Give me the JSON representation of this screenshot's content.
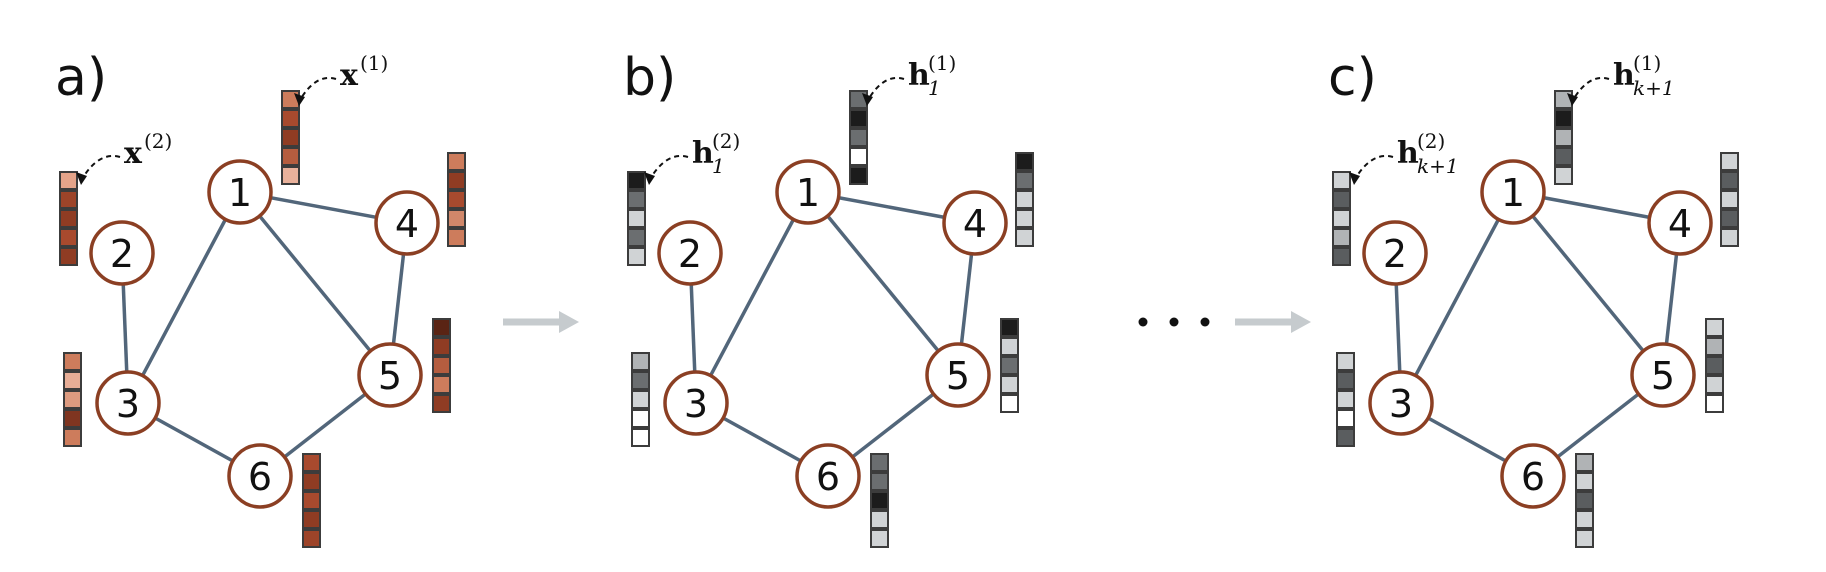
{
  "panels": [
    {
      "label": "a)",
      "nodes": [
        "1",
        "2",
        "3",
        "4",
        "5",
        "6"
      ],
      "edges": [
        [
          "1",
          "3"
        ],
        [
          "1",
          "4"
        ],
        [
          "1",
          "5"
        ],
        [
          "2",
          "3"
        ],
        [
          "3",
          "6"
        ],
        [
          "4",
          "5"
        ],
        [
          "5",
          "6"
        ]
      ],
      "vectors": {
        "1": [
          "#cd7c5c",
          "#a84a2e",
          "#8f3c23",
          "#b55d3f",
          "#e9b19b"
        ],
        "2": [
          "#e5a48a",
          "#9d4429",
          "#8f3c23",
          "#a84a2e",
          "#8f3c23"
        ],
        "3": [
          "#cd7c5c",
          "#e7ad96",
          "#dd9b80",
          "#7f3520",
          "#cd7c5c"
        ],
        "4": [
          "#cd7c5c",
          "#8f3c23",
          "#a84a2e",
          "#d0876a",
          "#cd7c5c"
        ],
        "5": [
          "#5a2414",
          "#8f3c23",
          "#b55d3f",
          "#cd7c5c",
          "#8f3c23"
        ],
        "6": [
          "#a84a2e",
          "#8f3c23",
          "#a84a2e",
          "#8f3c23",
          "#9d4429"
        ]
      },
      "annotations": [
        {
          "target": "1",
          "symbol": "x",
          "superscript": "(1)",
          "subscript": ""
        },
        {
          "target": "2",
          "symbol": "x",
          "superscript": "(2)",
          "subscript": ""
        }
      ]
    },
    {
      "label": "b)",
      "nodes": [
        "1",
        "2",
        "3",
        "4",
        "5",
        "6"
      ],
      "edges": [
        [
          "1",
          "3"
        ],
        [
          "1",
          "4"
        ],
        [
          "1",
          "5"
        ],
        [
          "2",
          "3"
        ],
        [
          "3",
          "6"
        ],
        [
          "4",
          "5"
        ],
        [
          "5",
          "6"
        ]
      ],
      "vectors": {
        "1": [
          "#6b6e70",
          "#1c1c1c",
          "#6b6e70",
          "#ffffff",
          "#1c1c1c"
        ],
        "2": [
          "#1c1c1c",
          "#6b6e70",
          "#d0d3d5",
          "#6b6e70",
          "#d0d3d5"
        ],
        "3": [
          "#b0b3b5",
          "#6b6e70",
          "#d0d3d5",
          "#ffffff",
          "#ffffff"
        ],
        "4": [
          "#1c1c1c",
          "#6b6e70",
          "#d0d3d5",
          "#d0d3d5",
          "#d0d3d5"
        ],
        "5": [
          "#1c1c1c",
          "#d0d3d5",
          "#6b6e70",
          "#d0d3d5",
          "#ffffff"
        ],
        "6": [
          "#6b6e70",
          "#6b6e70",
          "#1c1c1c",
          "#d0d3d5",
          "#d0d3d5"
        ]
      },
      "annotations": [
        {
          "target": "1",
          "symbol": "h",
          "superscript": "(1)",
          "subscript": "1"
        },
        {
          "target": "2",
          "symbol": "h",
          "superscript": "(2)",
          "subscript": "1"
        }
      ]
    },
    {
      "label": "c)",
      "nodes": [
        "1",
        "2",
        "3",
        "4",
        "5",
        "6"
      ],
      "edges": [
        [
          "1",
          "3"
        ],
        [
          "1",
          "4"
        ],
        [
          "1",
          "5"
        ],
        [
          "2",
          "3"
        ],
        [
          "3",
          "6"
        ],
        [
          "4",
          "5"
        ],
        [
          "5",
          "6"
        ]
      ],
      "vectors": {
        "1": [
          "#b0b3b5",
          "#1c1c1c",
          "#b0b3b5",
          "#5a5d5f",
          "#d0d3d5"
        ],
        "2": [
          "#d0d3d5",
          "#5a5d5f",
          "#d0d3d5",
          "#b0b3b5",
          "#5a5d5f"
        ],
        "3": [
          "#d0d3d5",
          "#5a5d5f",
          "#d0d3d5",
          "#ffffff",
          "#5a5d5f"
        ],
        "4": [
          "#d0d3d5",
          "#5a5d5f",
          "#d0d3d5",
          "#5a5d5f",
          "#d0d3d5"
        ],
        "5": [
          "#d0d3d5",
          "#b0b3b5",
          "#5a5d5f",
          "#d0d3d5",
          "#ffffff"
        ],
        "6": [
          "#b0b3b5",
          "#d0d3d5",
          "#5a5d5f",
          "#d0d3d5",
          "#d0d3d5"
        ]
      },
      "annotations": [
        {
          "target": "1",
          "symbol": "h",
          "superscript": "(1)",
          "subscript": "k+1"
        },
        {
          "target": "2",
          "symbol": "h",
          "superscript": "(2)",
          "subscript": "k+1"
        }
      ]
    }
  ],
  "colors": {
    "node_stroke": "#8b3f23",
    "edge": "#52667a",
    "flow_arrow": "#c6cbce"
  },
  "ellipsis": "..."
}
